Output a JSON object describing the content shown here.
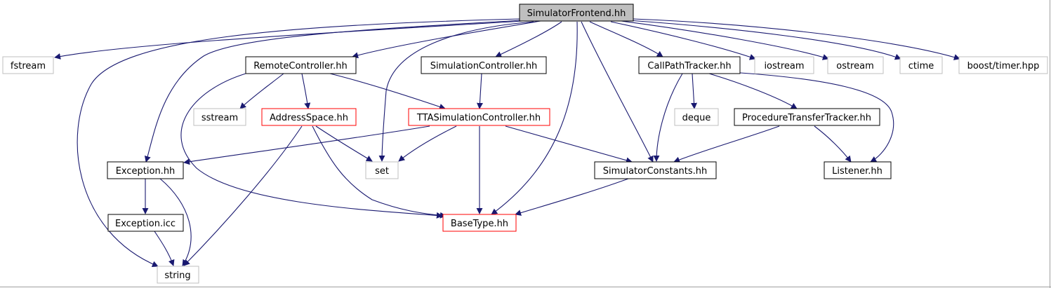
{
  "graph": {
    "nodes": {
      "SimulatorFrontend": "SimulatorFrontend.hh",
      "fstream": "fstream",
      "RemoteController": "RemoteController.hh",
      "SimulationController": "SimulationController.hh",
      "CallPathTracker": "CallPathTracker.hh",
      "iostream": "iostream",
      "ostream": "ostream",
      "ctime": "ctime",
      "boost_timer": "boost/timer.hpp",
      "sstream": "sstream",
      "AddressSpace": "AddressSpace.hh",
      "TTASimulationController": "TTASimulationController.hh",
      "deque": "deque",
      "ProcedureTransferTracker": "ProcedureTransferTracker.hh",
      "Exception": "Exception.hh",
      "set": "set",
      "SimulatorConstants": "SimulatorConstants.hh",
      "Listener": "Listener.hh",
      "ExceptionIcc": "Exception.icc",
      "BaseType": "BaseType.hh",
      "string": "string"
    },
    "node_kinds": {
      "root": [
        "SimulatorFrontend"
      ],
      "documented": [
        "RemoteController",
        "SimulationController",
        "CallPathTracker",
        "ProcedureTransferTracker",
        "Exception",
        "SimulatorConstants",
        "Listener",
        "ExceptionIcc"
      ],
      "truncated": [
        "AddressSpace",
        "TTASimulationController",
        "BaseType"
      ],
      "external": [
        "fstream",
        "iostream",
        "ostream",
        "ctime",
        "boost_timer",
        "sstream",
        "deque",
        "set",
        "string"
      ]
    },
    "edges": [
      [
        "SimulatorFrontend",
        "fstream"
      ],
      [
        "SimulatorFrontend",
        "RemoteController"
      ],
      [
        "SimulatorFrontend",
        "SimulationController"
      ],
      [
        "SimulatorFrontend",
        "CallPathTracker"
      ],
      [
        "SimulatorFrontend",
        "iostream"
      ],
      [
        "SimulatorFrontend",
        "ostream"
      ],
      [
        "SimulatorFrontend",
        "ctime"
      ],
      [
        "SimulatorFrontend",
        "boost_timer"
      ],
      [
        "SimulatorFrontend",
        "Exception"
      ],
      [
        "SimulatorFrontend",
        "set"
      ],
      [
        "SimulatorFrontend",
        "SimulatorConstants"
      ],
      [
        "SimulatorFrontend",
        "BaseType"
      ],
      [
        "SimulatorFrontend",
        "string"
      ],
      [
        "RemoteController",
        "sstream"
      ],
      [
        "RemoteController",
        "AddressSpace"
      ],
      [
        "RemoteController",
        "TTASimulationController"
      ],
      [
        "RemoteController",
        "BaseType"
      ],
      [
        "SimulationController",
        "TTASimulationController"
      ],
      [
        "CallPathTracker",
        "deque"
      ],
      [
        "CallPathTracker",
        "ProcedureTransferTracker"
      ],
      [
        "CallPathTracker",
        "SimulatorConstants"
      ],
      [
        "CallPathTracker",
        "Listener"
      ],
      [
        "AddressSpace",
        "set"
      ],
      [
        "AddressSpace",
        "BaseType"
      ],
      [
        "AddressSpace",
        "string"
      ],
      [
        "TTASimulationController",
        "Exception"
      ],
      [
        "TTASimulationController",
        "set"
      ],
      [
        "TTASimulationController",
        "SimulatorConstants"
      ],
      [
        "TTASimulationController",
        "BaseType"
      ],
      [
        "ProcedureTransferTracker",
        "SimulatorConstants"
      ],
      [
        "ProcedureTransferTracker",
        "Listener"
      ],
      [
        "Exception",
        "ExceptionIcc"
      ],
      [
        "Exception",
        "string"
      ],
      [
        "ExceptionIcc",
        "string"
      ],
      [
        "SimulatorConstants",
        "BaseType"
      ]
    ]
  }
}
